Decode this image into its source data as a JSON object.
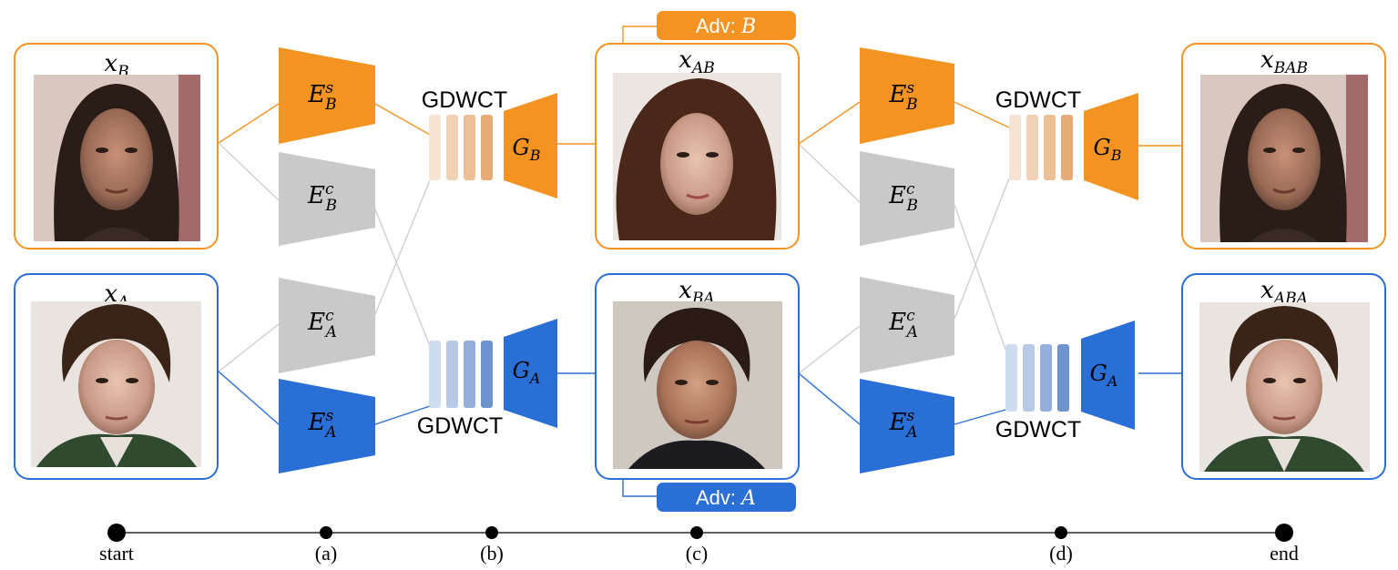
{
  "colors": {
    "orange": "#f39422",
    "blue": "#2a6fd6",
    "gray": "#c9c9c9",
    "line_gray": "#cfcfcf",
    "orange_bars": [
      "#f6e3d2",
      "#f1d2b6",
      "#ecbf97",
      "#e7ab78"
    ],
    "blue_bars": [
      "#cfdcee",
      "#b6c9e6",
      "#94afdb",
      "#6f93cf"
    ]
  },
  "images": {
    "xB": {
      "label": "x",
      "sub": "B"
    },
    "xA": {
      "label": "x",
      "sub": "A"
    },
    "xAB": {
      "label": "x",
      "sub": "AB"
    },
    "xBA": {
      "label": "x",
      "sub": "BA"
    },
    "xBAB": {
      "label": "x",
      "sub": "BAB"
    },
    "xABA": {
      "label": "x",
      "sub": "ABA"
    }
  },
  "encoders": {
    "EsB": {
      "base": "E",
      "sup": "s",
      "sub": "B"
    },
    "EcB": {
      "base": "E",
      "sup": "c",
      "sub": "B"
    },
    "EcA": {
      "base": "E",
      "sup": "c",
      "sub": "A"
    },
    "EsA": {
      "base": "E",
      "sup": "s",
      "sub": "A"
    }
  },
  "generators": {
    "GB": {
      "base": "G",
      "sub": "B"
    },
    "GA": {
      "base": "G",
      "sub": "A"
    }
  },
  "gdwct_label": "GDWCT",
  "adv": {
    "B": {
      "prefix": "Adv: ",
      "var": "B"
    },
    "A": {
      "prefix": "Adv: ",
      "var": "A"
    }
  },
  "timeline": [
    "start",
    "(a)",
    "(b)",
    "(c)",
    "(d)",
    "end"
  ]
}
